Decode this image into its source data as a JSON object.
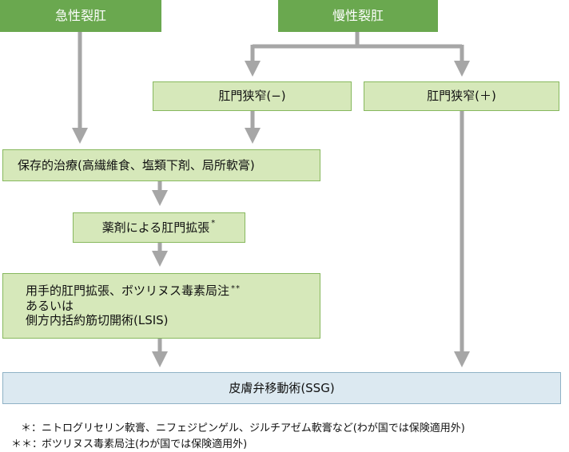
{
  "boxes": {
    "acute": "急性裂肛",
    "chronic": "慢性裂肛",
    "stenosis_neg": "肛門狭窄(−)",
    "stenosis_pos": "肛門狭窄(＋)",
    "conservative": "保存的治療(高繊維食、塩類下剤、局所軟膏)",
    "dilation": "薬剤による肛門拡張",
    "dilation_mark": "*",
    "manual_line1": "用手的肛門拡張、ボツリヌス毒素局注",
    "manual_mark": "**",
    "manual_line2": "あるいは",
    "manual_line3": "側方内括約筋切開術(LSIS)",
    "ssg": "皮膚弁移動術(SSG)"
  },
  "notes": [
    {
      "mark": "＊：",
      "text": "ニトログリセリン軟膏、ニフェジピンゲル、ジルチアゼム軟膏など(わが国では保険適用外)"
    },
    {
      "mark": "＊＊：",
      "text": "ボツリヌス毒素局注(わが国では保険適用外)"
    }
  ],
  "colors": {
    "top_box": "#6aa84f",
    "light_box": "#d6e8ba",
    "ssg_box": "#dce9f1",
    "arrow": "#a6a6a6"
  }
}
